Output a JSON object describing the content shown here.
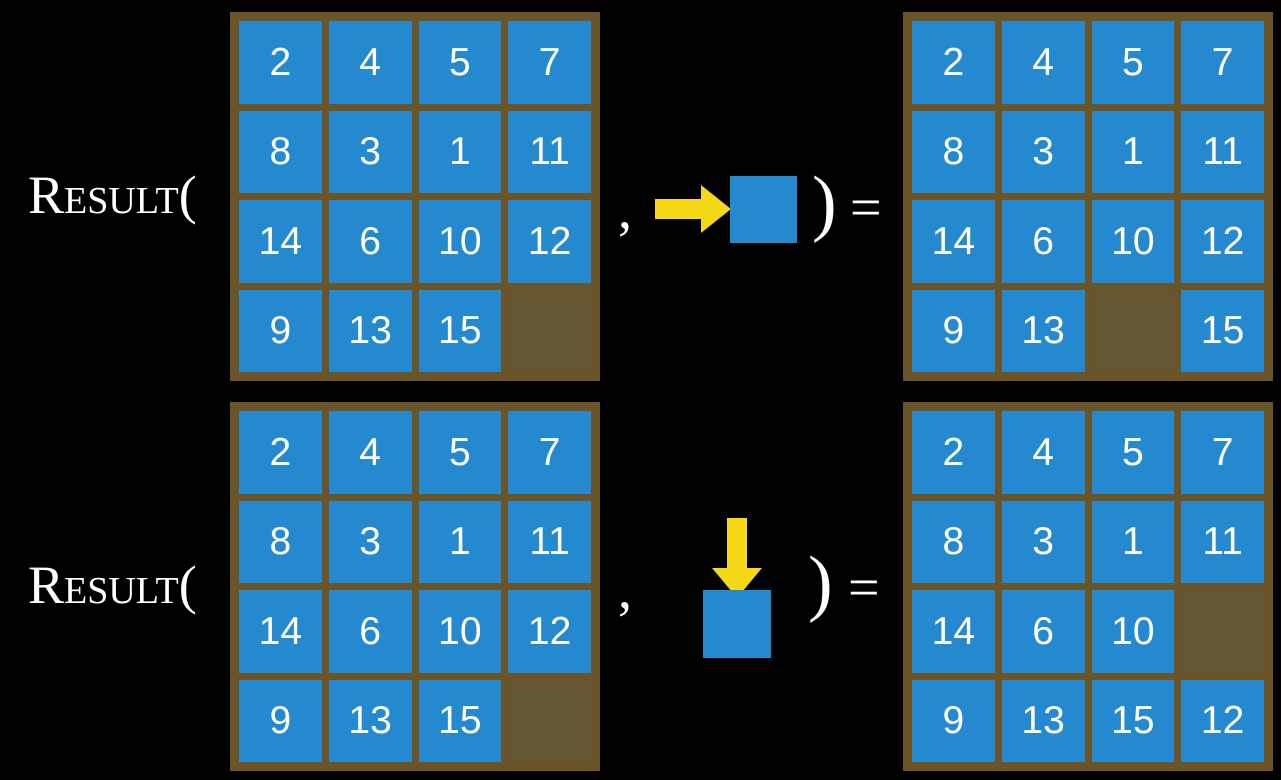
{
  "scene": {
    "background_color": "#000000",
    "tile_color": "#2589cf",
    "board_color": "#6b5428",
    "empty_cell_color": "#665733",
    "arrow_color": "#f5d916",
    "text_color": "#ffffff"
  },
  "symbols": {
    "result_label": "Result(",
    "comma": ",",
    "paren_close": ")",
    "equals": "="
  },
  "rows": [
    {
      "id": "row-move-right",
      "label": "Result(",
      "input_board": {
        "name": "input-grid-row1",
        "rows": 4,
        "cols": 4,
        "cells": [
          "2",
          "4",
          "5",
          "7",
          "8",
          "3",
          "1",
          "11",
          "14",
          "6",
          "10",
          "12",
          "9",
          "13",
          "15",
          ""
        ]
      },
      "operator": {
        "name": "move-right-operator",
        "arrow_direction": "right",
        "arrow_icon": "arrow-right-icon",
        "tile_label": ""
      },
      "output_board": {
        "name": "output-grid-row1",
        "rows": 4,
        "cols": 4,
        "cells": [
          "2",
          "4",
          "5",
          "7",
          "8",
          "3",
          "1",
          "11",
          "14",
          "6",
          "10",
          "12",
          "9",
          "13",
          "",
          "15"
        ]
      }
    },
    {
      "id": "row-move-down",
      "label": "Result(",
      "input_board": {
        "name": "input-grid-row2",
        "rows": 4,
        "cols": 4,
        "cells": [
          "2",
          "4",
          "5",
          "7",
          "8",
          "3",
          "1",
          "11",
          "14",
          "6",
          "10",
          "12",
          "9",
          "13",
          "15",
          ""
        ]
      },
      "operator": {
        "name": "move-down-operator",
        "arrow_direction": "down",
        "arrow_icon": "arrow-down-icon",
        "tile_label": ""
      },
      "output_board": {
        "name": "output-grid-row2",
        "rows": 4,
        "cols": 4,
        "cells": [
          "2",
          "4",
          "5",
          "7",
          "8",
          "3",
          "1",
          "11",
          "14",
          "6",
          "10",
          "",
          "9",
          "13",
          "15",
          "12"
        ]
      }
    }
  ]
}
